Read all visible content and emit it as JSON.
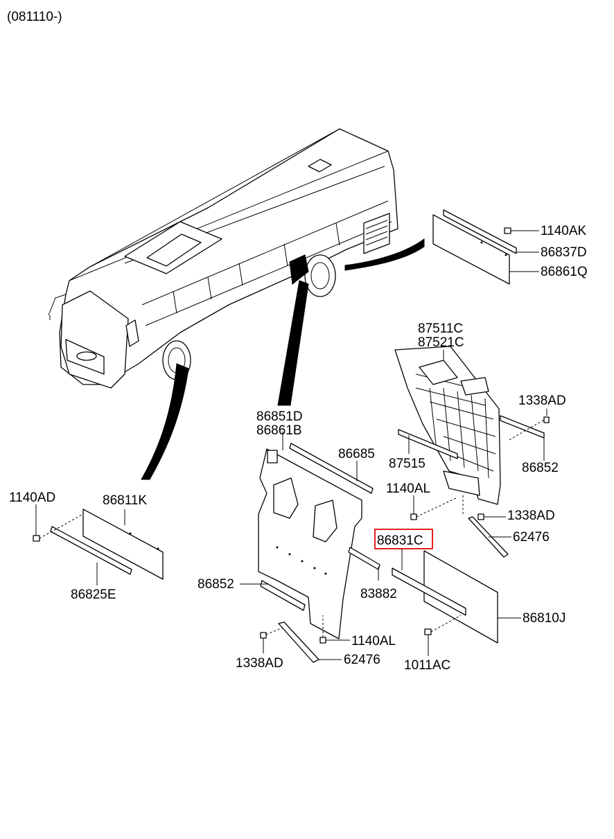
{
  "header": {
    "date_code": "(081110-)"
  },
  "highlight_color": "#e32020",
  "labels": {
    "l_1140AK": "1140AK",
    "l_86837D": "86837D",
    "l_86861Q": "86861Q",
    "l_87511C": "87511C",
    "l_87521C": "87521C",
    "l_1338AD_a": "1338AD",
    "l_86852_a": "86852",
    "l_87515": "87515",
    "l_1140AL_a": "1140AL",
    "l_1338AD_b": "1338AD",
    "l_62476_a": "62476",
    "l_86831C": "86831C",
    "l_86810J": "86810J",
    "l_1011AC": "1011AC",
    "l_86851D": "86851D",
    "l_86861B": "86861B",
    "l_86685": "86685",
    "l_83882": "83882",
    "l_86852_b": "86852",
    "l_1140AL_b": "1140AL",
    "l_1338AD_c": "1338AD",
    "l_62476_b": "62476",
    "l_1140AD": "1140AD",
    "l_86811K": "86811K",
    "l_86825E": "86825E"
  }
}
